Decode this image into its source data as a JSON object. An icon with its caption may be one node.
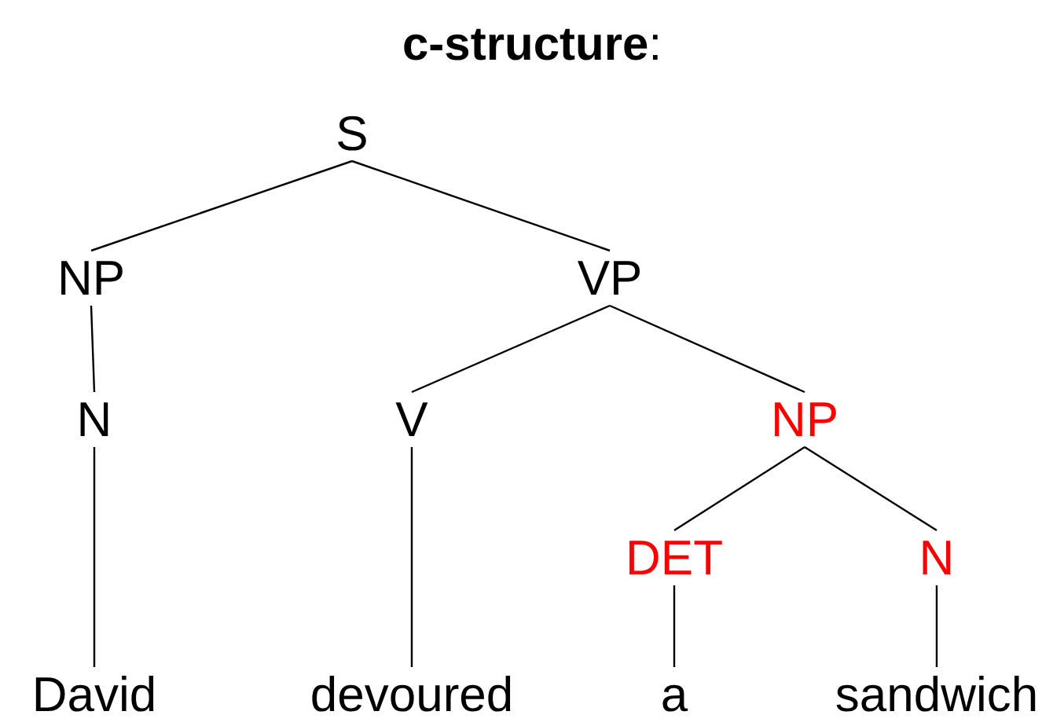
{
  "diagram": {
    "title": "**c-structure**:",
    "nodes": [
      {
        "text": [
          "S"
        ]
      },
      {
        "text": [
          "NP"
        ]
      },
      {
        "text": [
          "VP"
        ]
      },
      {
        "text": [
          "N"
        ]
      },
      {
        "text": [
          "V"
        ]
      },
      {
        "text": [
          "NP"
        ]
      },
      {
        "text": [
          "DET"
        ]
      },
      {
        "text": [
          "N"
        ]
      },
      {
        "text": [
          "David"
        ]
      },
      {
        "text": [
          "devoured"
        ]
      },
      {
        "text": [
          "a"
        ]
      },
      {
        "text": [
          "sandwich"
        ]
      }
    ],
    "edges": [
      {
        "from": 0,
        "to": 1,
        "arrow": "none"
      },
      {
        "from": 0,
        "to": 2,
        "arrow": "none"
      },
      {
        "from": 1,
        "to": 3,
        "arrow": "none"
      },
      {
        "from": 2,
        "to": 4,
        "arrow": "none"
      },
      {
        "from": 2,
        "to": 5,
        "arrow": "none"
      },
      {
        "from": 5,
        "to": 6,
        "arrow": "none"
      },
      {
        "from": 5,
        "to": 7,
        "arrow": "none"
      },
      {
        "from": 3,
        "to": 8,
        "arrow": "none"
      },
      {
        "from": 4,
        "to": 9,
        "arrow": "none"
      },
      {
        "from": 6,
        "to": 10,
        "arrow": "none"
      },
      {
        "from": 7,
        "to": 11,
        "arrow": "none"
      }
    ]
  }
}
